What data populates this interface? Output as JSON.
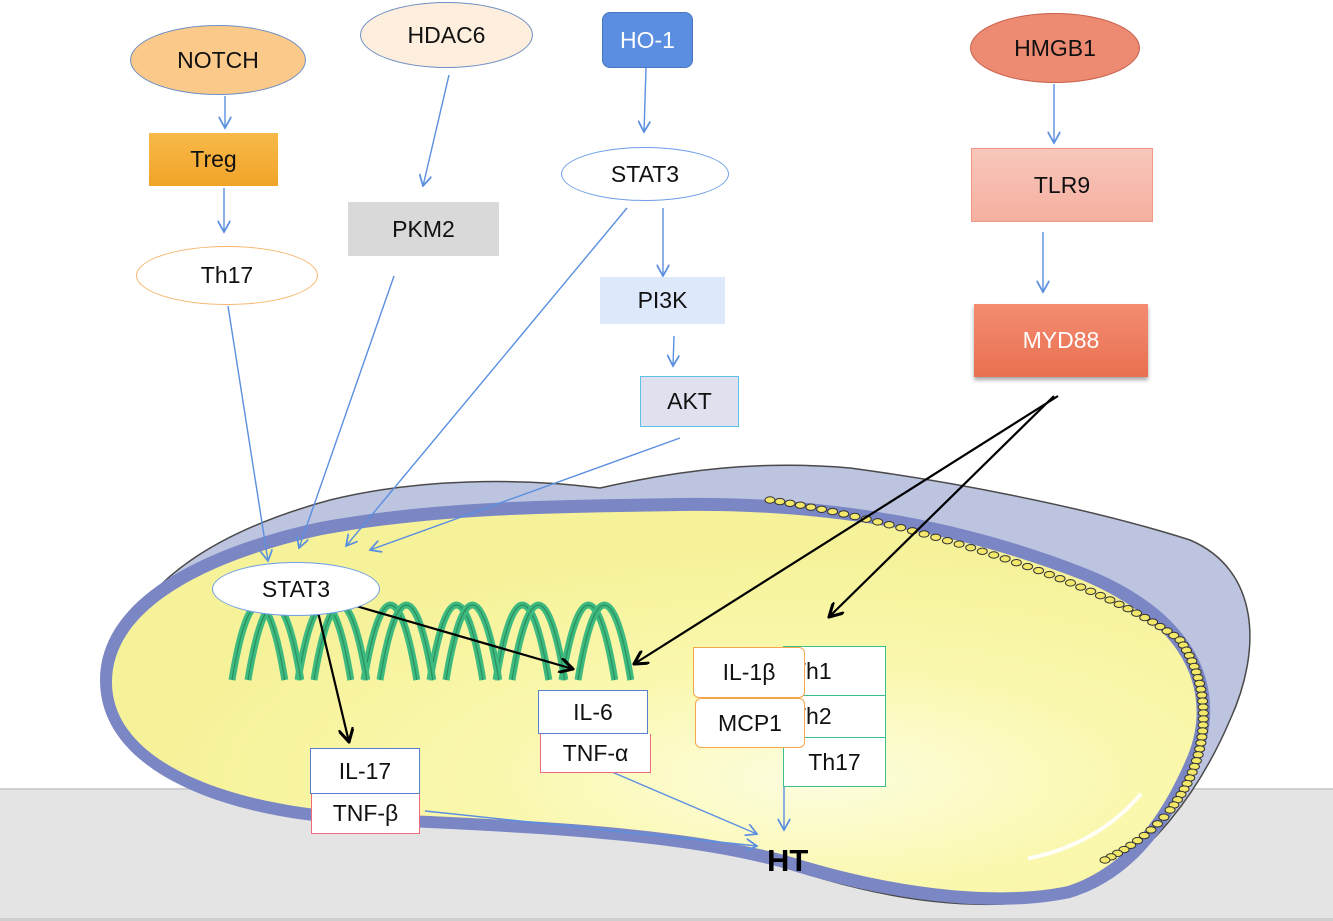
{
  "diagram": {
    "colors": {
      "pathway_arrow": "#5b8fe0",
      "regulatory_arrow": "#000000",
      "cytoplasm": "#f9f7a4",
      "membrane": "#7b86c4",
      "outer_layer": "#bcc4e0",
      "dna": "#3dba7f",
      "background_floor": "#e4e4e4"
    },
    "upstream": {
      "notch": "NOTCH",
      "treg": "Treg",
      "th17": "Th17",
      "hdac6": "HDAC6",
      "pkm2": "PKM2",
      "ho1": "HO-1",
      "stat3_top": "STAT3",
      "pi3k": "PI3K",
      "akt": "AKT",
      "hmgb1": "HMGB1",
      "tlr9": "TLR9",
      "myd88": "MYD88"
    },
    "cell": {
      "stat3": "STAT3",
      "il17": "IL-17",
      "tnf_beta": "TNF-β",
      "il6": "IL-6",
      "tnf_alpha": "TNF-α",
      "il1b": "IL-1β",
      "mcp1": "MCP1",
      "th1": "Th1",
      "th2": "Th2",
      "th17": "Th17",
      "outcome": "HT"
    },
    "edges": [
      {
        "from": "NOTCH",
        "to": "Treg",
        "type": "activation"
      },
      {
        "from": "Treg",
        "to": "Th17",
        "type": "activation"
      },
      {
        "from": "Th17",
        "to": "STAT3 (nuclear)",
        "type": "activation"
      },
      {
        "from": "HDAC6",
        "to": "PKM2",
        "type": "activation"
      },
      {
        "from": "PKM2",
        "to": "STAT3 (nuclear)",
        "type": "activation"
      },
      {
        "from": "HO-1",
        "to": "STAT3",
        "type": "activation"
      },
      {
        "from": "STAT3",
        "to": "PI3K",
        "type": "activation"
      },
      {
        "from": "STAT3",
        "to": "STAT3 (nuclear)",
        "type": "activation"
      },
      {
        "from": "PI3K",
        "to": "AKT",
        "type": "activation"
      },
      {
        "from": "AKT",
        "to": "STAT3 (nuclear)",
        "type": "activation"
      },
      {
        "from": "HMGB1",
        "to": "TLR9",
        "type": "activation"
      },
      {
        "from": "TLR9",
        "to": "MYD88",
        "type": "activation"
      },
      {
        "from": "MYD88",
        "to": "IL-6 / TNF-α",
        "type": "regulation"
      },
      {
        "from": "MYD88",
        "to": "IL-1β / MCP1 / Th1 / Th2 / Th17",
        "type": "regulation"
      },
      {
        "from": "STAT3 (nuclear)",
        "to": "IL-17 / TNF-β",
        "type": "regulation"
      },
      {
        "from": "STAT3 (nuclear)",
        "to": "IL-6 / TNF-α",
        "type": "regulation"
      },
      {
        "from": "TNF-β",
        "to": "HT",
        "type": "activation"
      },
      {
        "from": "TNF-α",
        "to": "HT",
        "type": "activation"
      },
      {
        "from": "Th17",
        "to": "HT",
        "type": "activation"
      }
    ]
  }
}
